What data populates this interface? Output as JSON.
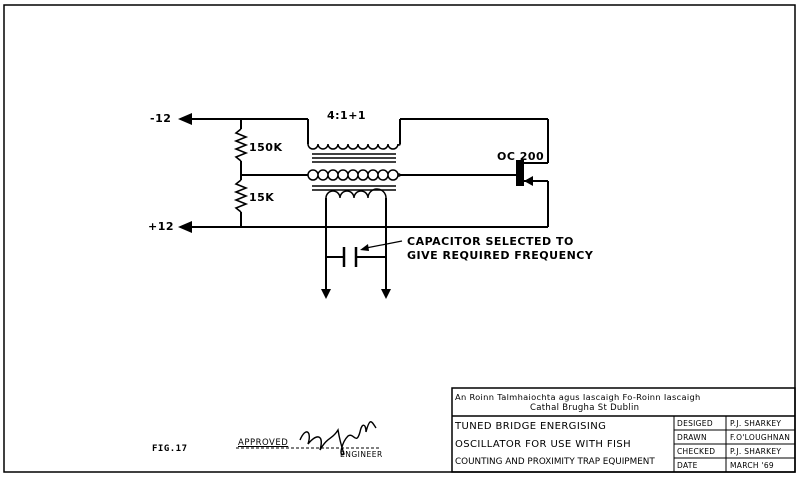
{
  "labels": {
    "neg_supply": "-12",
    "pos_supply": "+12",
    "ratio": "4:1+1",
    "r1": "150K",
    "r2": "15K",
    "transistor": "OC 200",
    "cap_note_1": "CAPACITOR SELECTED TO",
    "cap_note_2": "GIVE REQUIRED FREQUENCY",
    "fig": "FIG.17",
    "approved": "APPROVED",
    "engineer": "ENGINEER"
  },
  "title_block": {
    "org_line_1": "An Roinn Talmhaiochta agus Iascaigh Fo-Roinn Iascaigh",
    "org_line_2": "Cathal Brugha St Dublin",
    "title_1": "TUNED BRIDGE ENERGISING",
    "title_2": "OSCILLATOR FOR USE WITH FISH",
    "title_3": "COUNTING AND PROXIMITY TRAP EQUIPMENT",
    "rows": [
      {
        "k": "DESIGED",
        "v": "P.J. SHARKEY"
      },
      {
        "k": "DRAWN",
        "v": "F.O'LOUGHNAN"
      },
      {
        "k": "CHECKED",
        "v": "P.J. SHARKEY"
      },
      {
        "k": "DATE",
        "v": "MARCH '69"
      }
    ]
  }
}
